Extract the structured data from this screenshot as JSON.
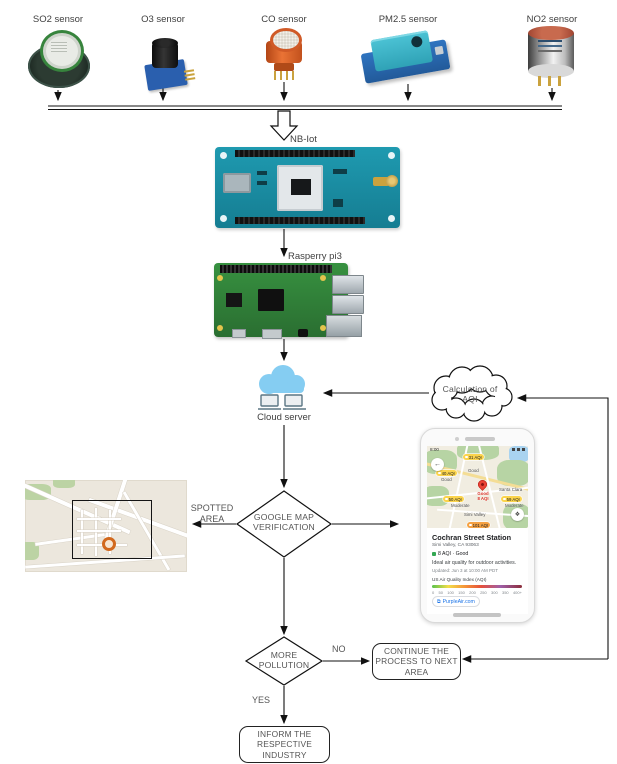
{
  "sensors": {
    "items": [
      {
        "label": "SO2 sensor"
      },
      {
        "label": "O3 sensor"
      },
      {
        "label": "CO sensor"
      },
      {
        "label": "PM2.5 sensor"
      },
      {
        "label": "NO2 sensor"
      }
    ]
  },
  "boards": {
    "nbiot_label": "NB-Iot",
    "raspberry_label": "Rasperry pi3"
  },
  "cloud": {
    "server_label": "Cloud server",
    "aqi_line1": "Calculation of",
    "aqi_line2": "AQI"
  },
  "flowchart": {
    "spotted_line1": "SPOTTED",
    "spotted_line2": "AREA",
    "verify_line1": "GOOGLE MAP",
    "verify_line2": "VERIFICATION",
    "pollution_line1": "MORE",
    "pollution_line2": "POLLUTION",
    "no_label": "NO",
    "yes_label": "YES",
    "continue_line1": "CONTINUE THE",
    "continue_line2": "PROCESS TO NEXT",
    "continue_line3": "AREA",
    "inform_line1": "INFORM THE",
    "inform_line2": "RESPECTIVE",
    "inform_line3": "INDUSTRY"
  },
  "phone": {
    "status_time": "8:00",
    "back_icon": "←",
    "layers_icon": "❖",
    "badges": [
      "31 AQI",
      "40 AQI",
      "50 AQI",
      "59 AQI",
      "101 AQI"
    ],
    "map_labels": [
      "Good",
      "Good",
      "Santa Clara",
      "Moderate",
      "Moderate",
      "Simi Valley"
    ],
    "pin_caption_line1": "Good",
    "pin_caption_line2": "8 AQI",
    "panel": {
      "station": "Cochran Street Station",
      "location": "Simi Valley, CA 93063",
      "aqi_status": "8 AQI · Good",
      "description": "Ideal air quality for outdoor activities.",
      "updated": "Updated: Jun 3 at 10:00 AM PDT",
      "index_title": "US Air Quality Index (AQI)",
      "ticks": [
        "0",
        "50",
        "100",
        "150",
        "200",
        "250",
        "300",
        "350",
        "400+"
      ],
      "link_icon": "⧉",
      "link": "PurpleAir.com"
    }
  },
  "colors": {
    "badge_yellow": "#fbd44c",
    "badge_orange": "#f5a142",
    "pin_red": "#ea4335",
    "status_green": "#34a853",
    "link_blue": "#1a73e8",
    "cloud_blue": "#85cdf2",
    "nbiot_teal": "#1f9ab0",
    "rpi_green": "#2f8132",
    "aqi_gradient": [
      "#58c14b",
      "#f2de4a",
      "#f59638",
      "#e4503c",
      "#9f5fa8",
      "#8c2e3b"
    ]
  }
}
